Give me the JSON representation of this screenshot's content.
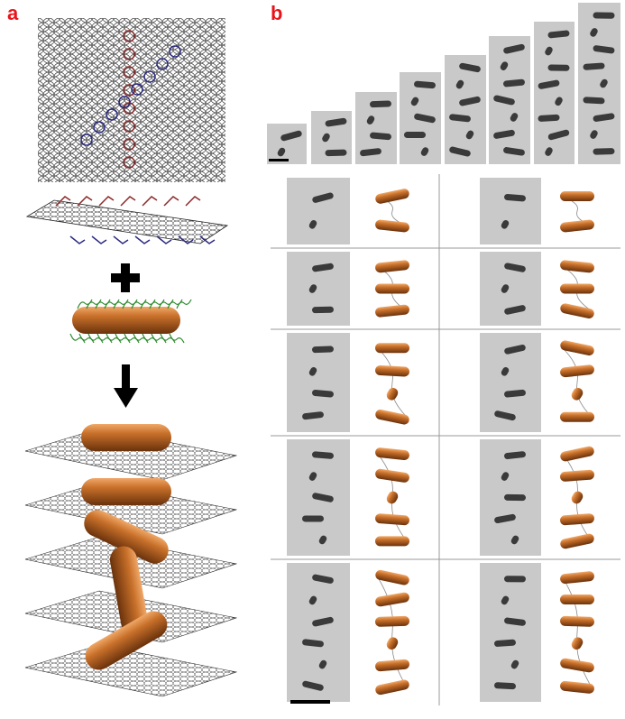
{
  "panels": {
    "a": {
      "label": "a"
    },
    "b": {
      "label": "b"
    }
  },
  "colors": {
    "label": "#e8141b",
    "rod": "#b8621f",
    "strand_red": "#8b2a2a",
    "strand_blue": "#2b2a80",
    "dna_green": "#2e8b2e",
    "micrograph_bg": "#c9c9c9",
    "micrograph_rod": "#3a3a3a"
  },
  "assembly_series": {
    "top_row_particle_counts": [
      2,
      3,
      4,
      5,
      6,
      7,
      8,
      9
    ],
    "grid_rows_particle_counts": [
      2,
      3,
      4,
      5,
      6
    ]
  }
}
